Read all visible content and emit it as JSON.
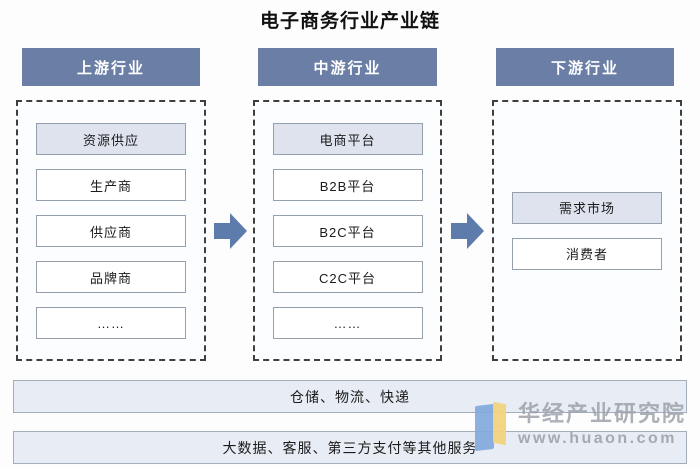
{
  "title": "电子商务行业产业链",
  "columns": [
    {
      "header": "上游行业",
      "boxes": [
        {
          "label": "资源供应",
          "highlight": true
        },
        {
          "label": "生产商",
          "highlight": false
        },
        {
          "label": "供应商",
          "highlight": false
        },
        {
          "label": "品牌商",
          "highlight": false
        },
        {
          "label": "……",
          "highlight": false
        }
      ]
    },
    {
      "header": "中游行业",
      "boxes": [
        {
          "label": "电商平台",
          "highlight": true
        },
        {
          "label": "B2B平台",
          "highlight": false
        },
        {
          "label": "B2C平台",
          "highlight": false
        },
        {
          "label": "C2C平台",
          "highlight": false
        },
        {
          "label": "……",
          "highlight": false
        }
      ]
    },
    {
      "header": "下游行业",
      "boxes": [
        {
          "label": "需求市场",
          "highlight": true
        },
        {
          "label": "消费者",
          "highlight": false
        }
      ]
    }
  ],
  "bottom_bars": [
    "仓储、物流、快递",
    "大数据、客服、第三方支付等其他服务"
  ],
  "watermark": {
    "brand": "华经产业研究院",
    "url": "www.huaon.com"
  },
  "colors": {
    "header_bg": "#6b7fa6",
    "header_text": "#ffffff",
    "arrow": "#5e7cab",
    "box_border": "#94a0ae",
    "box_bg": "#ffffff",
    "box_highlight_bg": "#dee3ee",
    "panel_border": "#3f3f3f",
    "bar_bg": "#e8ecf4",
    "bar_border": "#a3aebc",
    "text": "#1b1b1b",
    "watermark_text": "#9da3ab",
    "logo_blue": "#7fa7dc",
    "logo_yellow": "#f2d37e"
  }
}
